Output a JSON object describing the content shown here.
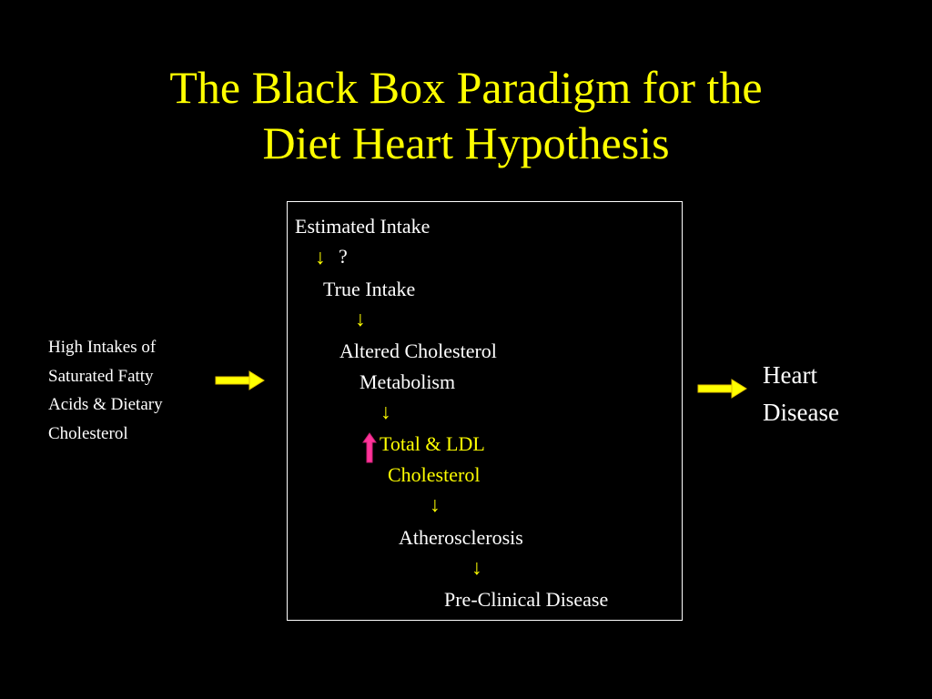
{
  "title": {
    "line1": "The Black Box Paradigm for the",
    "line2": "Diet Heart Hypothesis"
  },
  "colors": {
    "background": "#000000",
    "title": "#ffff00",
    "body_text": "#ffffff",
    "highlight_text": "#ffff00",
    "arrow": "#ffff00",
    "up_arrow": "#ff3399",
    "box_border": "#ffffff"
  },
  "input": {
    "lines": [
      "High  Intakes of",
      "Saturated Fatty",
      "Acids  & Dietary",
      "Cholesterol"
    ]
  },
  "output": {
    "lines": [
      "Heart",
      "Disease"
    ]
  },
  "box": {
    "steps": [
      "Estimated Intake",
      "True Intake",
      "Altered Cholesterol",
      "Metabolism",
      "Total & LDL",
      "Cholesterol",
      "Atherosclerosis",
      "Pre-Clinical Disease"
    ],
    "down_arrow": "↓",
    "question_mark": "?",
    "increase_icon": "up-arrow-icon"
  }
}
